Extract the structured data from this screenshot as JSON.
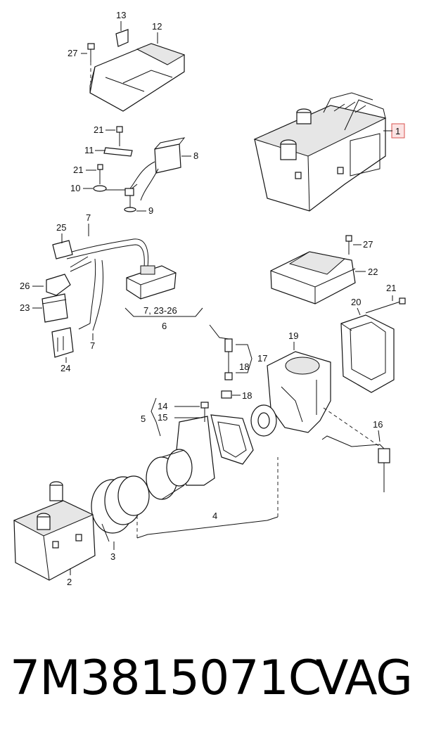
{
  "callouts": {
    "c1": "1",
    "c2": "2",
    "c3": "3",
    "c4": "4",
    "c5": "5",
    "c6": "6",
    "c7a": "7",
    "c7b": "7",
    "c7_23_26": "7, 23-26",
    "c8": "8",
    "c9": "9",
    "c10": "10",
    "c11": "11",
    "c12": "12",
    "c13": "13",
    "c14": "14",
    "c15": "15",
    "c16": "16",
    "c17": "17",
    "c18a": "18",
    "c18b": "18",
    "c19": "19",
    "c20": "20",
    "c21a": "21",
    "c21b": "21",
    "c21c": "21",
    "c22": "22",
    "c23": "23",
    "c24": "24",
    "c25": "25",
    "c26": "26",
    "c27a": "27",
    "c27b": "27"
  },
  "highlight_color": "#d9534f",
  "caption": {
    "part_number": "7M3815071C",
    "brand": "VAG"
  }
}
